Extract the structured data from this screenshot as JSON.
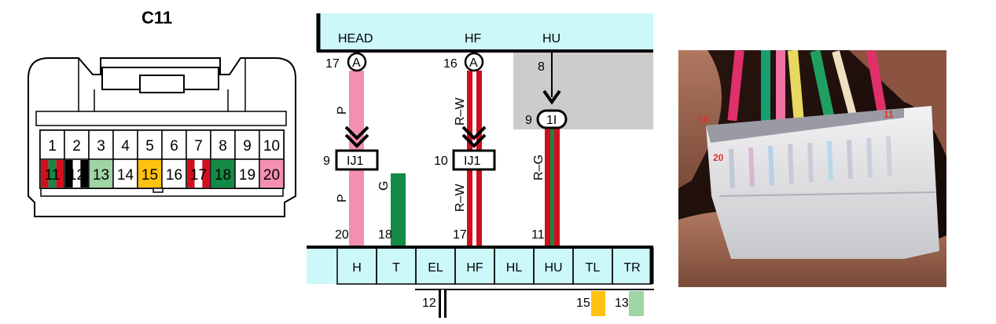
{
  "connector": {
    "title": "C11",
    "top_pins": [
      "1",
      "2",
      "3",
      "4",
      "5",
      "6",
      "7",
      "8",
      "9",
      "10"
    ],
    "bottom_pins": [
      "11",
      "12",
      "13",
      "14",
      "15",
      "16",
      "17",
      "18",
      "19",
      "20"
    ]
  },
  "ecu_top": {
    "headers": [
      "HEAD",
      "HF",
      "HU"
    ]
  },
  "wires": {
    "head": {
      "pin_top": "17",
      "circle": "A",
      "color_top": "P",
      "junction_pin": "9",
      "junction": "IJ1",
      "color_bottom": "P",
      "pin_bottom": "20"
    },
    "t": {
      "color": "G",
      "pin_bottom": "18"
    },
    "hf": {
      "pin_top": "16",
      "circle": "A",
      "color_top": "R–W",
      "junction_pin": "10",
      "junction": "IJ1",
      "color_bottom": "R–W",
      "pin_bottom": "17"
    },
    "hu": {
      "pin_top": "8",
      "junction_pin": "9",
      "junction": "1I",
      "color": "R–G",
      "pin_bottom": "11"
    }
  },
  "switch_bar": {
    "terminals": [
      "H",
      "T",
      "EL",
      "HF",
      "HL",
      "HU",
      "TL",
      "TR"
    ],
    "below_pins": [
      "12",
      "15",
      "13"
    ]
  },
  "photo": {
    "labels": [
      "10",
      "11",
      "20"
    ]
  },
  "colors": {
    "panel_cyan": "#ccf8fa",
    "pink": "#f48fb0",
    "red": "#d0101e",
    "green": "#138a45",
    "light_green": "#9fd4a4",
    "yellow": "#ffc20e",
    "gray_panel": "#cccccc"
  }
}
